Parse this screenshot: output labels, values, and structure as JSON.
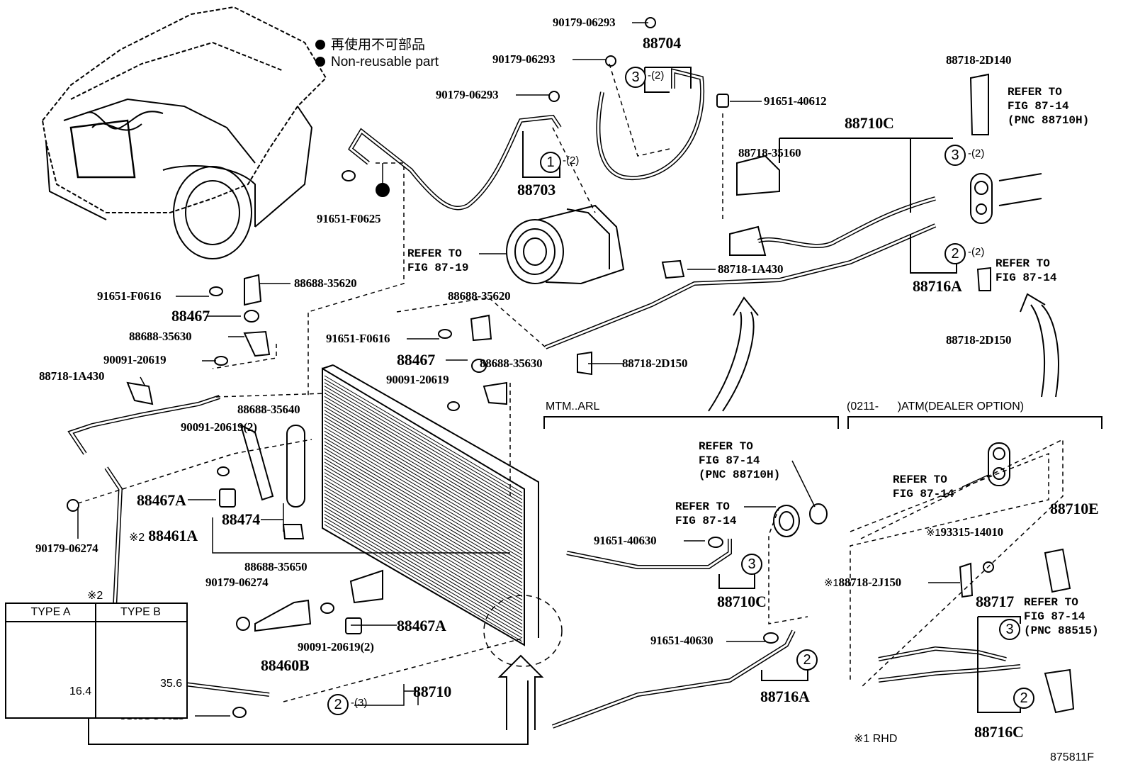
{
  "legend": {
    "non_reusable_jp": "再使用不可部品",
    "non_reusable_en": "Non-reusable part"
  },
  "parts": {
    "p90179_06293_a": "90179-06293",
    "p90179_06293_b": "90179-06293",
    "p90179_06293_c": "90179-06293",
    "p88704": "88704",
    "p88703": "88703",
    "p91651_F0625_top": "91651-F0625",
    "p91651_40612": "91651-40612",
    "p88710C_top": "88710C",
    "p88718_35160": "88718-35160",
    "p88718_2D140": "88718-2D140",
    "p88716A_top": "88716A",
    "p88718_2D150_right": "88718-2D150",
    "p88718_1A430_mid": "88718-1A430",
    "p91651_F0616_left": "91651-F0616",
    "p88688_35620_left": "88688-35620",
    "p88467_left": "88467",
    "p88688_35630_left": "88688-35630",
    "p90091_20619_left": "90091-20619",
    "p88718_1A430_left": "88718-1A430",
    "p88688_35620_mid": "88688-35620",
    "p91651_F0616_mid": "91651-F0616",
    "p88467_mid": "88467",
    "p88688_35630_mid": "88688-35630",
    "p88718_2D150_mid": "88718-2D150",
    "p90091_20619_mid": "90091-20619",
    "p88688_35640": "88688-35640",
    "p90091_20619_2_upper": "90091-20619(2)",
    "p88467A_upper": "88467A",
    "p88474": "88474",
    "p88461A": "88461A",
    "p88461A_mark": "※2",
    "p90179_06274_left": "90179-06274",
    "p88688_35650": "88688-35650",
    "p90179_06274_mid": "90179-06274",
    "p88467A_lower": "88467A",
    "p90091_20619_2_lower": "90091-20619(2)",
    "p88460B": "88460B",
    "p88710": "88710",
    "p91651_F0625_bottom": "91651-F0625",
    "p91651_40630_a": "91651-40630",
    "p88710C_lower": "88710C",
    "p91651_40630_b": "91651-40630",
    "p88716A_lower": "88716A",
    "p88710E": "88710E",
    "p93315_14010": "93315-14010",
    "p88718_2J150": "88718-2J150",
    "rhd_mark": "※1",
    "p88717": "88717",
    "p88716C": "88716C"
  },
  "refs": {
    "fig_87_19": "REFER TO\nFIG 87-19",
    "fig_87_14_pnc_88710H_top": "REFER TO\nFIG 87-14\n(PNC 88710H)",
    "fig_87_14_right": "REFER TO\nFIG 87-14",
    "fig_87_14_pnc_88710H_mtm": "REFER TO\nFIG 87-14\n(PNC 88710H)",
    "fig_87_14_mtm": "REFER TO\nFIG 87-14",
    "fig_87_14_atm": "REFER TO\nFIG 87-14",
    "fig_87_14_pnc_88515": "REFER TO\nFIG 87-14\n(PNC 88515)"
  },
  "callouts": {
    "c3_88704": "3",
    "q_88704": "-(2)",
    "c1_88703": "1",
    "q_88703": "-(2)",
    "c3_88710C": "3",
    "q_88710C": "-(2)",
    "c2_88716A": "2",
    "q_88716A": "-(2)",
    "c2_88710": "2",
    "q_88710": "-(3)",
    "c3_mtm": "3",
    "c2_mtm": "2",
    "c3_atm": "3",
    "c2_atm": "2"
  },
  "sections": {
    "mtm": "MTM..ARL",
    "atm": "(0211-      )ATM(DEALER OPTION)"
  },
  "type_inset": {
    "mark": "※2",
    "type_a": "TYPE A",
    "type_b": "TYPE B",
    "dim_a": "16.4",
    "dim_b": "35.6"
  },
  "notes": {
    "rhd": "※1 RHD",
    "figure_id": "875811F"
  }
}
